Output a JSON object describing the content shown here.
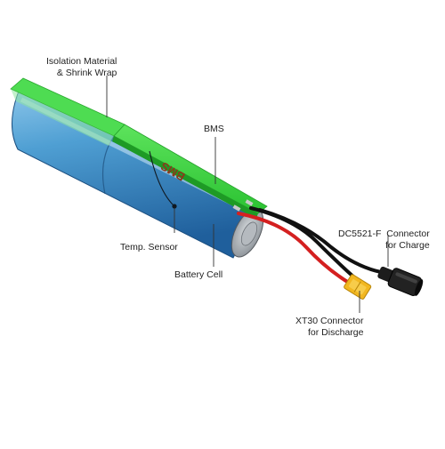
{
  "labels": {
    "isolation": [
      "Isolation Material",
      "& Shrink Wrap"
    ],
    "bms": "BMS",
    "temp_sensor": "Temp. Sensor",
    "battery_cell": "Battery Cell",
    "dc_connector": [
      "DC5521-F  Connector",
      "for Charge"
    ],
    "xt30_connector": [
      "XT30 Connector",
      "for Discharge"
    ]
  },
  "board_marking": "BMS",
  "colors": {
    "pcb_green": "#35d43a",
    "cell_blue": "#4f9fd3",
    "wire_red": "#d42020",
    "wire_black": "#111111",
    "xt30_yellow": "#f2b720",
    "leader_line": "#333333"
  }
}
